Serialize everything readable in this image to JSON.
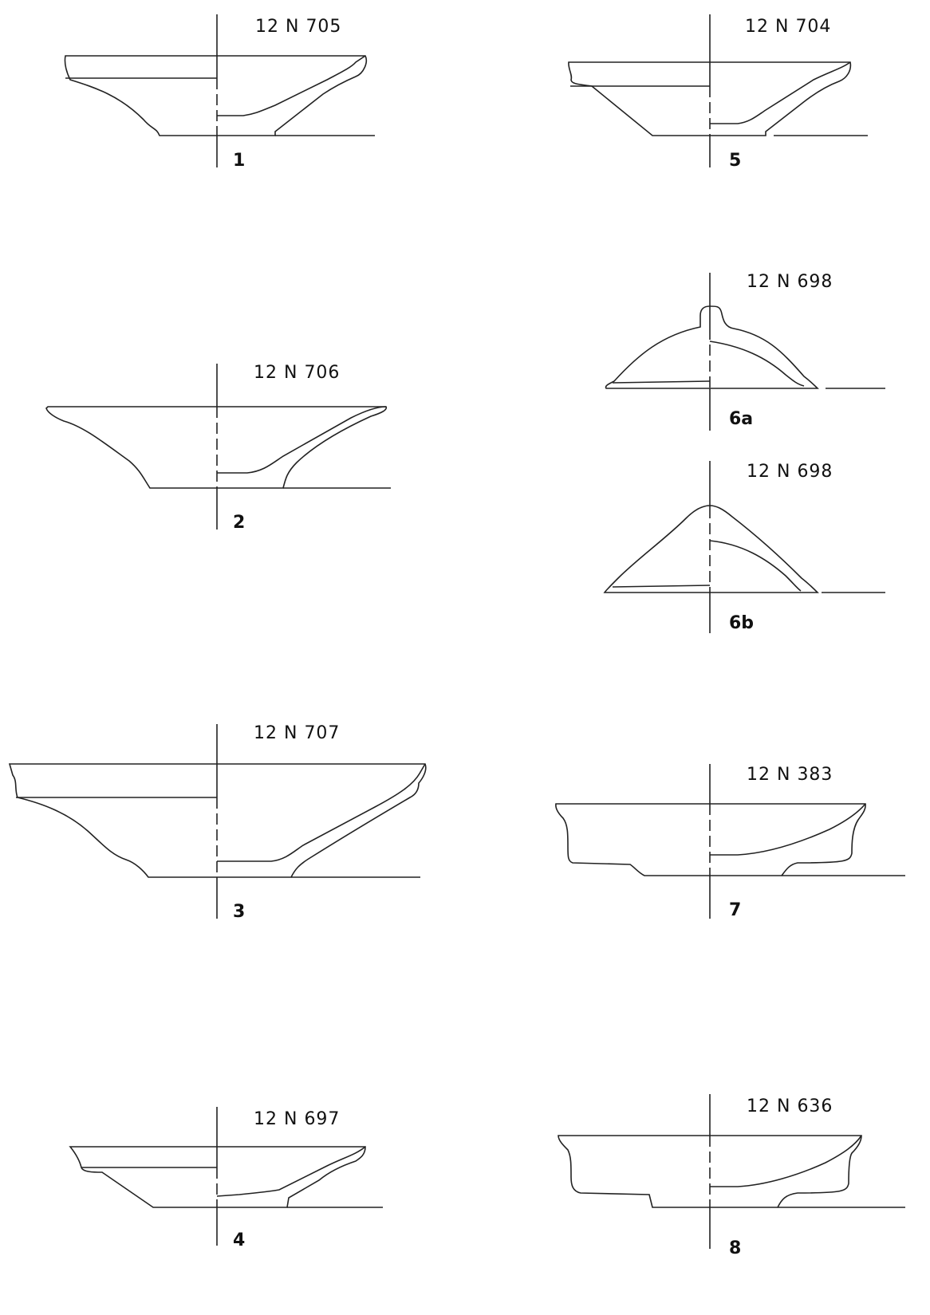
{
  "figures": [
    {
      "id": "1",
      "number": "1",
      "catalog": "12 N 705"
    },
    {
      "id": "2",
      "number": "2",
      "catalog": "12 N 706"
    },
    {
      "id": "3",
      "number": "3",
      "catalog": "12 N 707"
    },
    {
      "id": "4",
      "number": "4",
      "catalog": "12 N 697"
    },
    {
      "id": "5",
      "number": "5",
      "catalog": "12 N 704"
    },
    {
      "id": "6a",
      "number": "6a",
      "catalog": "12 N 698"
    },
    {
      "id": "6b",
      "number": "6b",
      "catalog": "12 N 698"
    },
    {
      "id": "7",
      "number": "7",
      "catalog": "12 N 383"
    },
    {
      "id": "8",
      "number": "8",
      "catalog": "12 N 636"
    }
  ]
}
